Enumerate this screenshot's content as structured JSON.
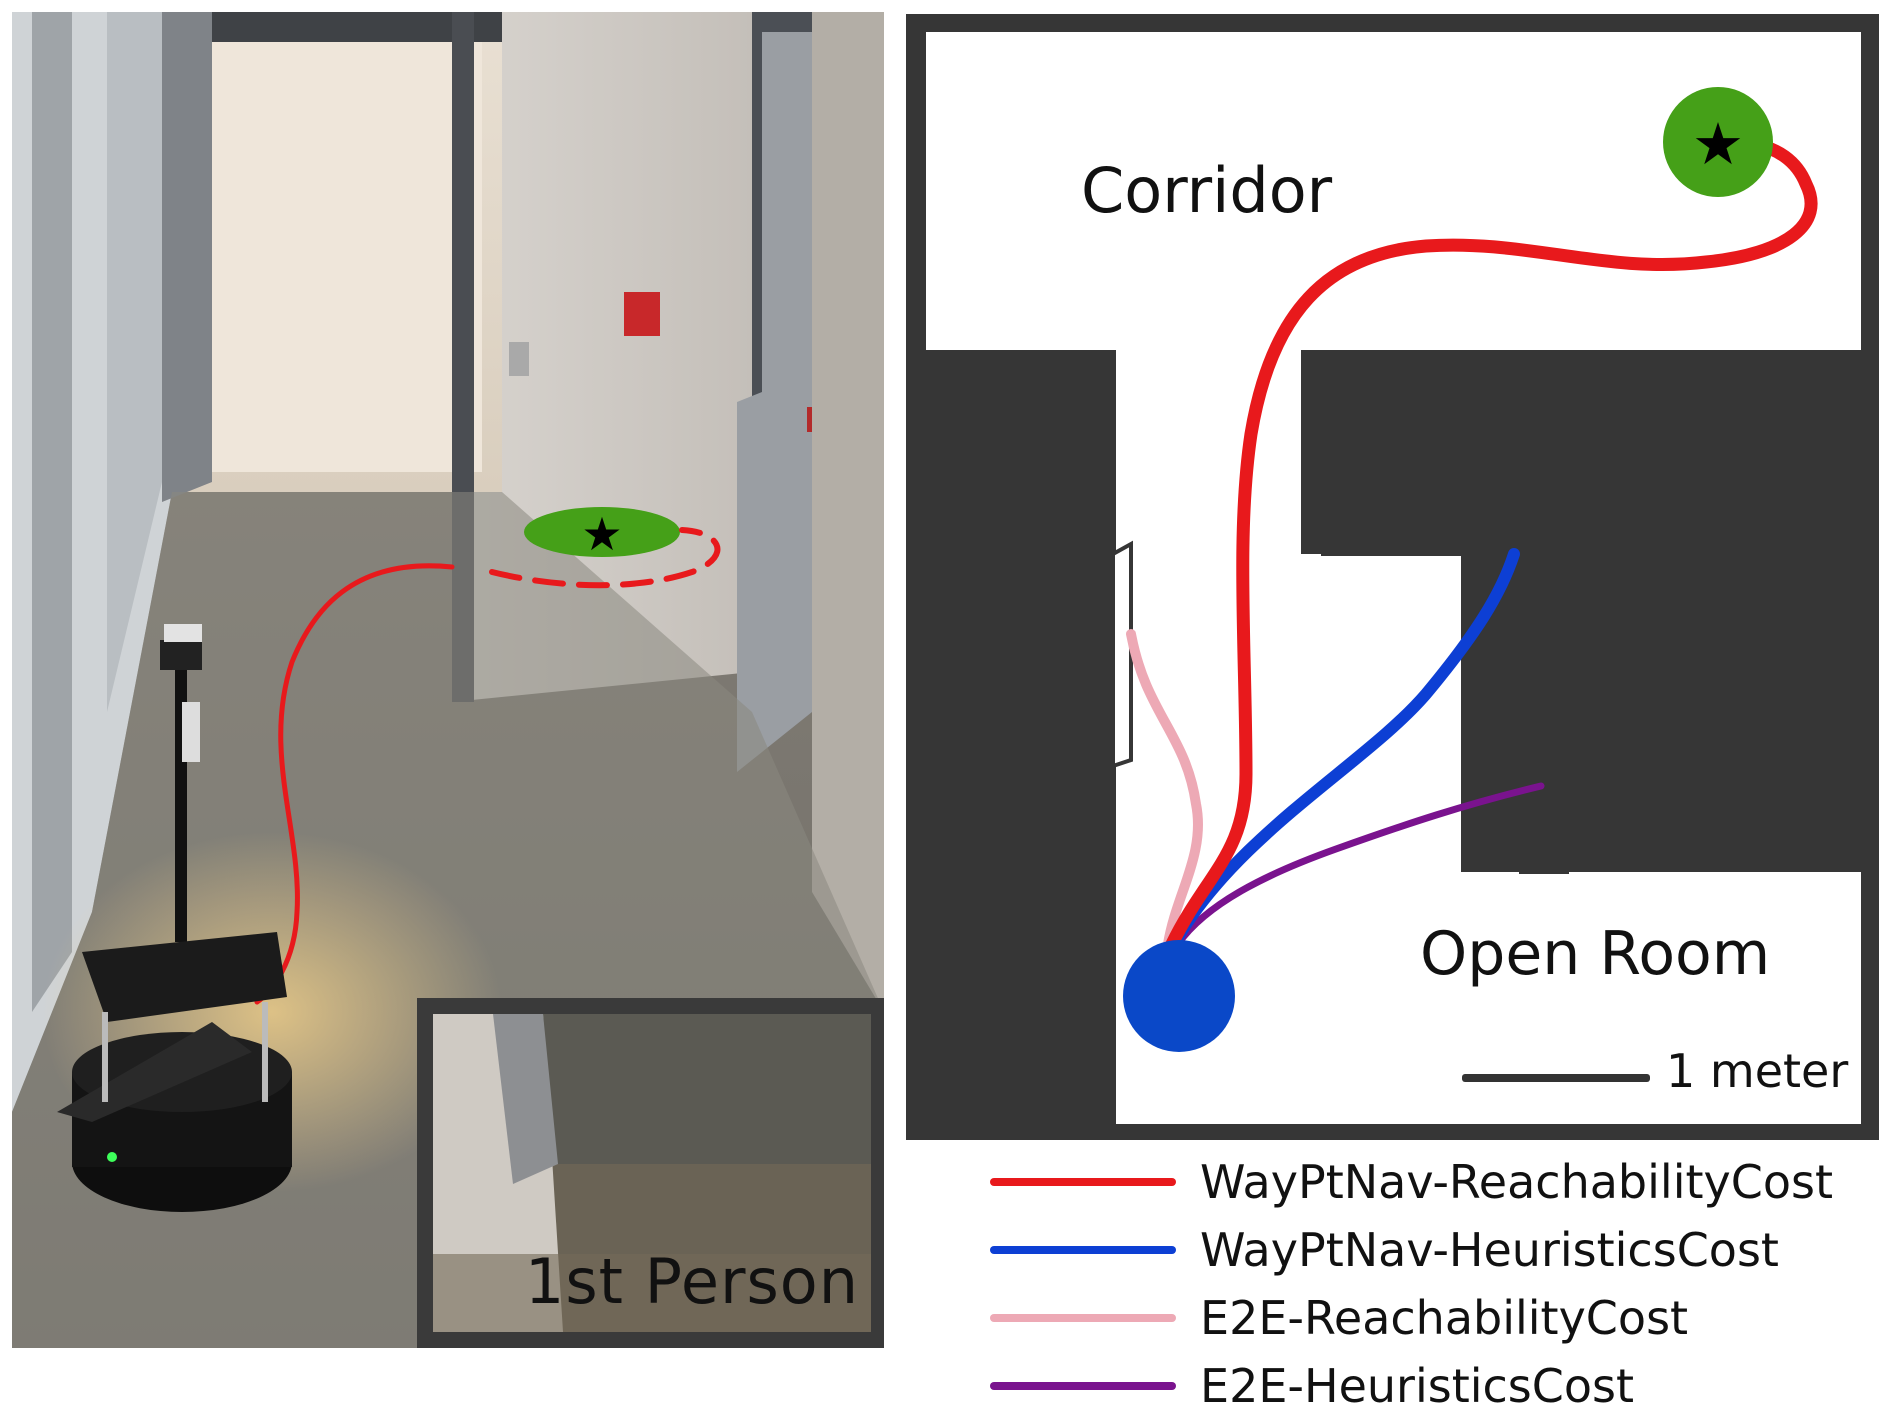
{
  "photo": {
    "inset_label": "1st Person"
  },
  "map": {
    "labels": {
      "corridor": "Corridor",
      "open_room": "Open Room",
      "scale": "1 meter"
    }
  },
  "legend": {
    "items": [
      {
        "label": "WayPtNav-ReachabilityCost",
        "color": "#e8191c"
      },
      {
        "label": "WayPtNav-HeuristicsCost",
        "color": "#0d3fd4"
      },
      {
        "label": "E2E-ReachabilityCost",
        "color": "#eda9b5"
      },
      {
        "label": "E2E-HeuristicsCost",
        "color": "#7a138e"
      }
    ]
  },
  "colors": {
    "goal": "#45a018",
    "start": "#0a48c8",
    "wall": "#363636"
  }
}
